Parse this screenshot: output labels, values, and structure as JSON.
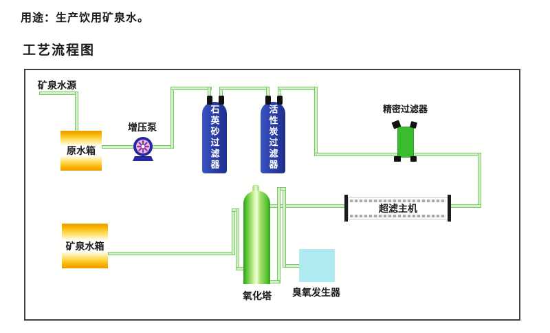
{
  "usage_line": "用途：生产饮用矿泉水。",
  "title": "工艺流程图",
  "labels": {
    "source": "矿泉水源",
    "raw_tank": "原水箱",
    "pump": "增压泵",
    "quartz_filter": "石英砂过滤器",
    "carbon_filter": "活性炭过滤器",
    "precision_filter": "精密过滤器",
    "uf_unit": "超滤主机",
    "mineral_tank": "矿泉水箱",
    "oxidation_tower": "氧化塔",
    "ozone_generator": "臭氧发生器"
  },
  "colors": {
    "pipe_fill": "#d6efc8",
    "pipe_edge": "#77c96a",
    "filter_blue": "#2b3fa8",
    "precision_green": "#3bbb2e",
    "tower_green": "#57c431",
    "ozone_cyan": "#aeeaf0",
    "tank_orange": "#ef9800",
    "tank_yellow": "#ffd84d",
    "pump_blue": "#2727a3",
    "pump_pink": "#f2b6e0"
  }
}
